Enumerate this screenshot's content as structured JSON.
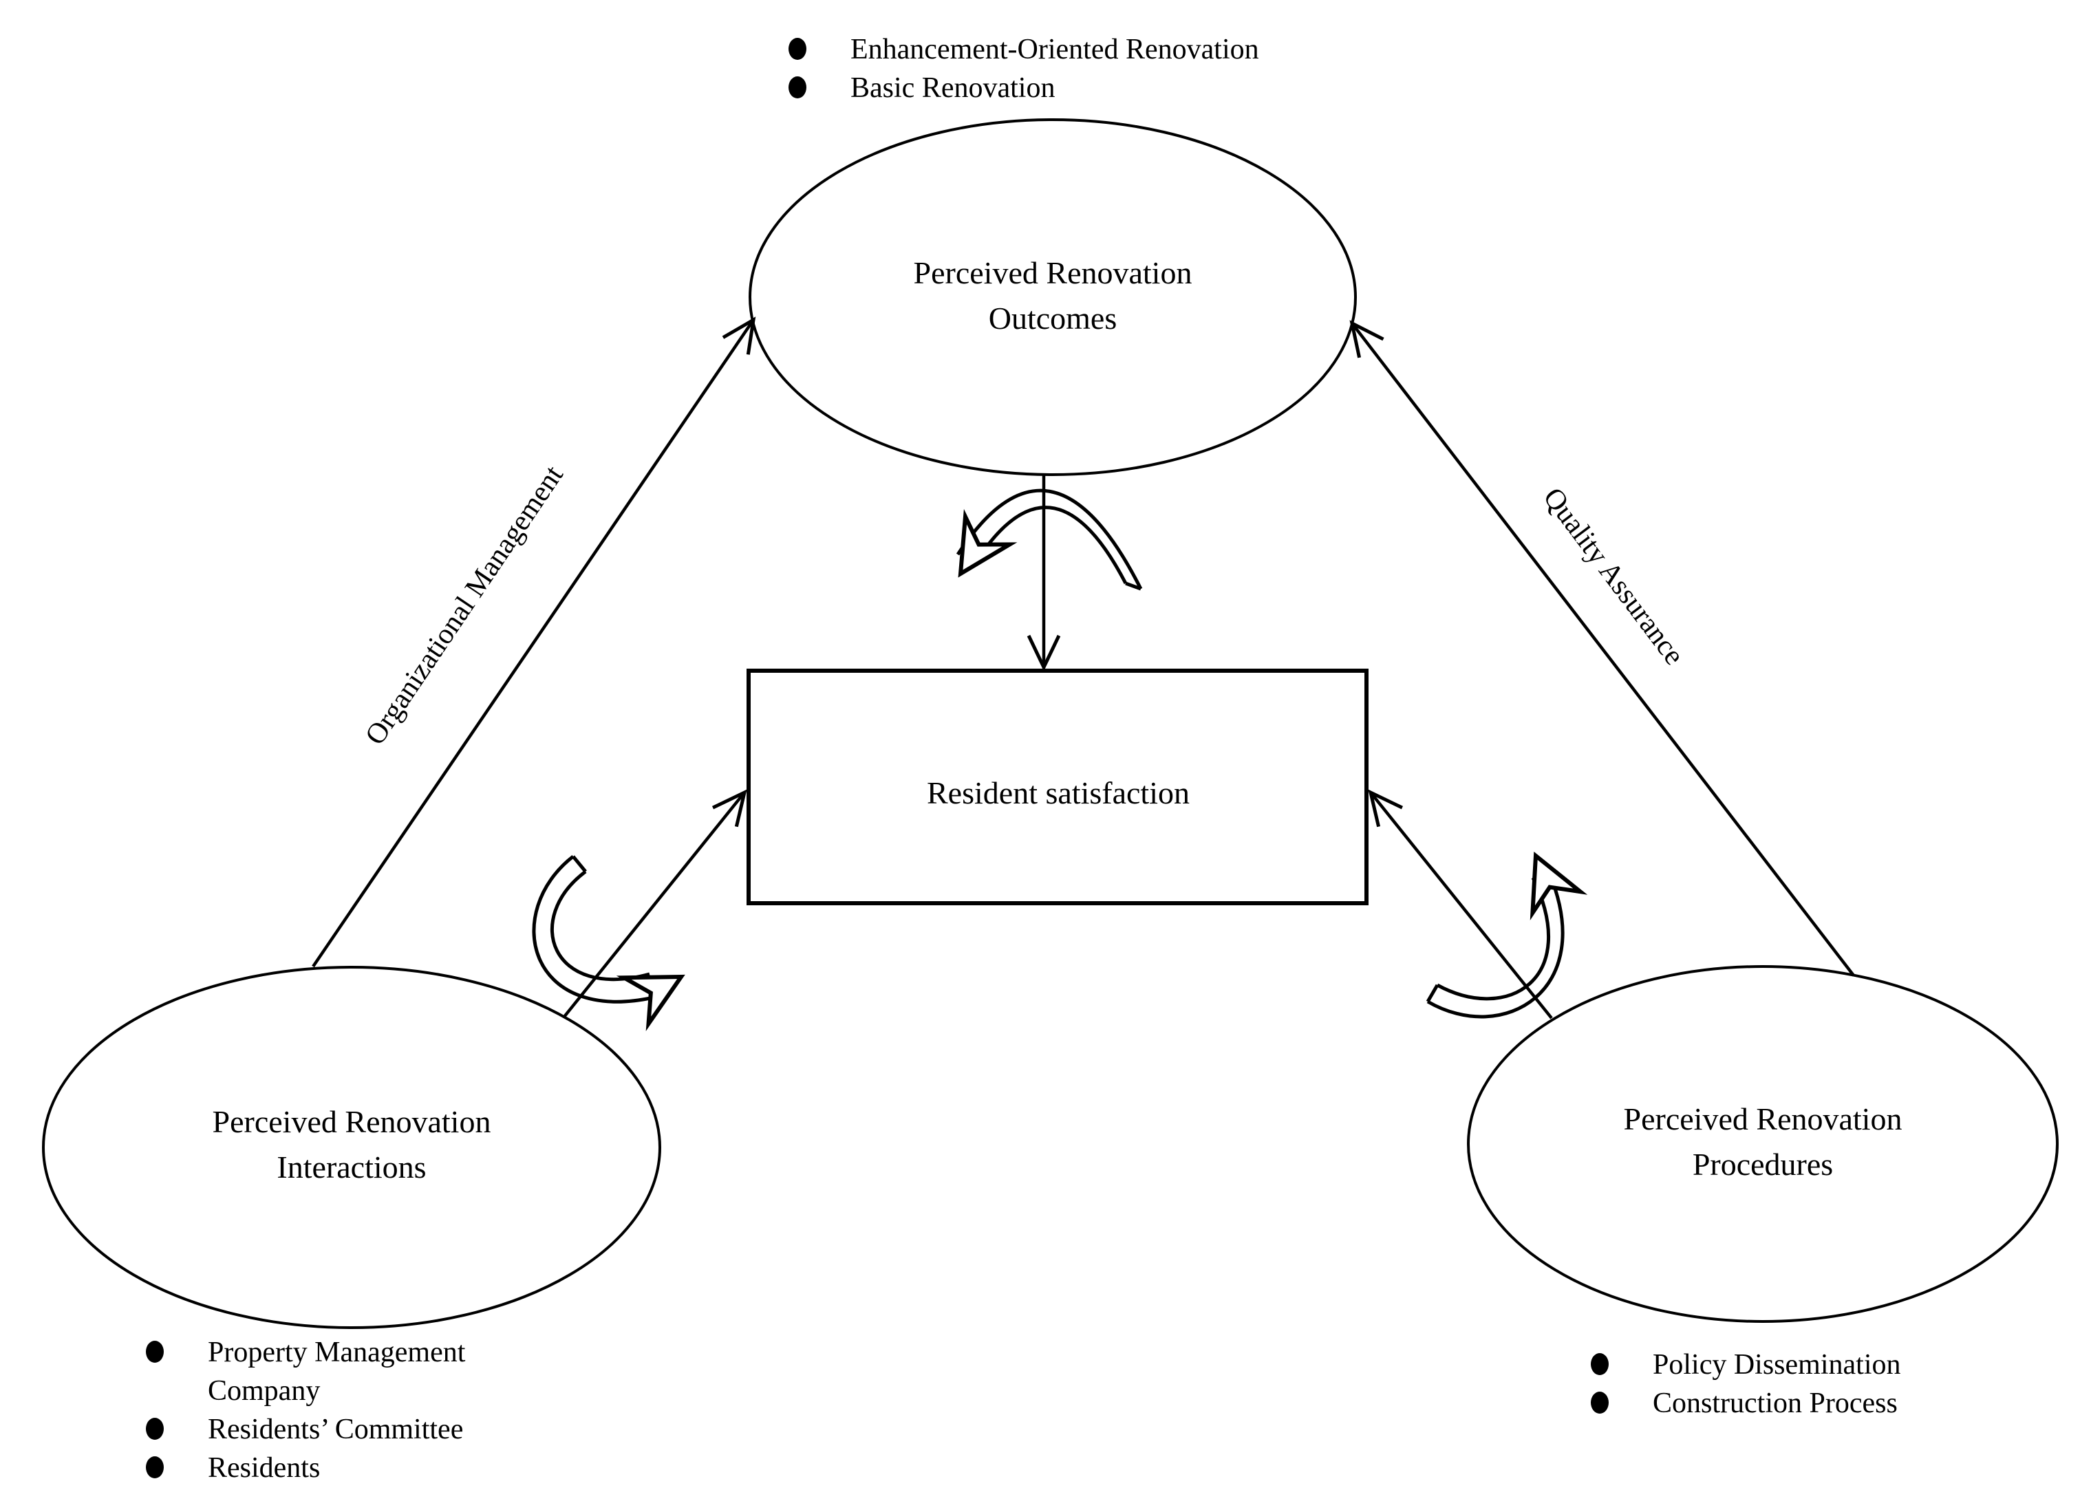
{
  "colors": {
    "stroke": "#000000",
    "background": "#ffffff",
    "text": "#000000"
  },
  "nodes": {
    "outcomes": {
      "label": "Perceived Renovation Outcomes",
      "shape": "ellipse"
    },
    "satisfaction": {
      "label": "Resident satisfaction",
      "shape": "rectangle"
    },
    "interactions": {
      "label": "Perceived Renovation Interactions",
      "shape": "ellipse"
    },
    "procedures": {
      "label": "Perceived Renovation Procedures",
      "shape": "ellipse"
    }
  },
  "edges": {
    "organizational_management": {
      "label": "Organizational Management",
      "from": "interactions",
      "to": "outcomes",
      "style": "straight-arrow"
    },
    "quality_assurance": {
      "label": "Quality Assurance",
      "from": "procedures",
      "to": "outcomes",
      "style": "straight-arrow"
    },
    "outcomes_to_satisfaction": {
      "label": "",
      "from": "outcomes",
      "to": "satisfaction",
      "style": "straight-arrow-with-moderation-curve"
    },
    "interactions_to_satisfaction": {
      "label": "",
      "from": "interactions",
      "to": "satisfaction",
      "style": "straight-arrow-with-moderation-curve"
    },
    "procedures_to_satisfaction": {
      "label": "",
      "from": "procedures",
      "to": "satisfaction",
      "style": "straight-arrow-with-moderation-curve"
    }
  },
  "bullets": {
    "outcomes": [
      "Enhancement-Oriented Renovation",
      "Basic Renovation"
    ],
    "interactions": [
      "Property Management Company",
      "Residents’ Committee",
      "Residents"
    ],
    "procedures": [
      "Policy Dissemination",
      "Construction Process"
    ]
  }
}
